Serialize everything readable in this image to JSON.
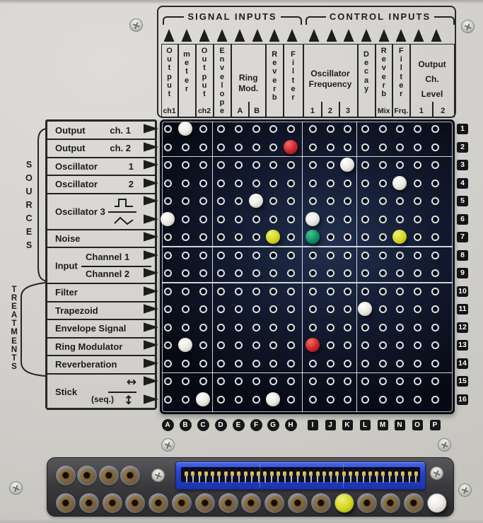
{
  "panel": {
    "signal_inputs_label": "SIGNAL INPUTS",
    "control_inputs_label": "CONTROL INPUTS",
    "sources_label": "SOURCES",
    "treatments_label": "TREATMENTS"
  },
  "column_headers": {
    "output_ch1": {
      "word": "Output",
      "sub": "ch1"
    },
    "meter": {
      "word": "meter"
    },
    "output_ch2": {
      "word": "Output",
      "sub": "ch2"
    },
    "envelope": {
      "word": "Envelope"
    },
    "ring_mod": {
      "line1": "Ring",
      "line2": "Mod.",
      "sub_a": "A",
      "sub_b": "B"
    },
    "reverb_signal": {
      "word": "Reverb"
    },
    "filter_signal": {
      "word": "Filter"
    },
    "oscillator_frequency": {
      "line1": "Oscillator",
      "line2": "Frequency",
      "sub_1": "1",
      "sub_2": "2",
      "sub_3": "3"
    },
    "decay": {
      "word": "Decay"
    },
    "reverb_control": {
      "word": "Reverb",
      "sub": "Mix"
    },
    "filter_control": {
      "word": "Filter",
      "sub": "Frq."
    },
    "output_ch_level": {
      "line1": "Output",
      "line2": "Ch.",
      "line3": "Level",
      "sub_1": "1",
      "sub_2": "2"
    }
  },
  "row_labels": {
    "output_ch1": {
      "main": "Output",
      "suffix": "ch. 1"
    },
    "output_ch2": {
      "main": "Output",
      "suffix": "ch. 2"
    },
    "oscillator_1": {
      "main": "Oscillator",
      "suffix": "1"
    },
    "oscillator_2": {
      "main": "Oscillator",
      "suffix": "2"
    },
    "oscillator_3": {
      "main": "Oscillator 3"
    },
    "noise": {
      "main": "Noise"
    },
    "input": {
      "main": "Input",
      "channel_1": "Channel 1",
      "channel_2": "Channel 2"
    },
    "filter": {
      "main": "Filter"
    },
    "trapezoid": {
      "main": "Trapezoid"
    },
    "envelope_signal": {
      "main": "Envelope Signal"
    },
    "ring_modulator": {
      "main": "Ring Modulator"
    },
    "reverberation": {
      "main": "Reverberation"
    },
    "stick": {
      "main": "Stick",
      "sub": "(seq.)"
    }
  },
  "matrix": {
    "column_letters": [
      "A",
      "B",
      "C",
      "D",
      "E",
      "F",
      "G",
      "H",
      "I",
      "J",
      "K",
      "L",
      "M",
      "N",
      "O",
      "P"
    ],
    "row_numbers": [
      "1",
      "2",
      "3",
      "4",
      "5",
      "6",
      "7",
      "8",
      "9",
      "10",
      "11",
      "12",
      "13",
      "14",
      "15",
      "16"
    ],
    "pins": [
      {
        "col": "B",
        "row": 1,
        "color": "white"
      },
      {
        "col": "H",
        "row": 2,
        "color": "red"
      },
      {
        "col": "K",
        "row": 3,
        "color": "white"
      },
      {
        "col": "N",
        "row": 4,
        "color": "white"
      },
      {
        "col": "F",
        "row": 5,
        "color": "white"
      },
      {
        "col": "A",
        "row": 6,
        "color": "white"
      },
      {
        "col": "I",
        "row": 6,
        "color": "white"
      },
      {
        "col": "G",
        "row": 7,
        "color": "yellow"
      },
      {
        "col": "I",
        "row": 7,
        "color": "green"
      },
      {
        "col": "N",
        "row": 7,
        "color": "yellow"
      },
      {
        "col": "L",
        "row": 11,
        "color": "white"
      },
      {
        "col": "B",
        "row": 13,
        "color": "white"
      },
      {
        "col": "I",
        "row": 13,
        "color": "red"
      },
      {
        "col": "C",
        "row": 16,
        "color": "white"
      },
      {
        "col": "G",
        "row": 16,
        "color": "white"
      }
    ]
  },
  "bottom_bar": {
    "top_socket_count": 4,
    "bottom_socket_count": 17,
    "connector_pin_count": 36,
    "pins": [
      {
        "socket": 13,
        "color": "yellow"
      },
      {
        "socket": 17,
        "color": "white"
      }
    ]
  },
  "colors": {
    "pin_white": "#ece9e2",
    "pin_red": "#c9232a",
    "pin_yellow": "#d2d51f",
    "pin_green": "#0b8f63",
    "matrix_background": "#131b30",
    "connector_blue": "#2746d0",
    "panel_background": "#d6d4d0"
  }
}
